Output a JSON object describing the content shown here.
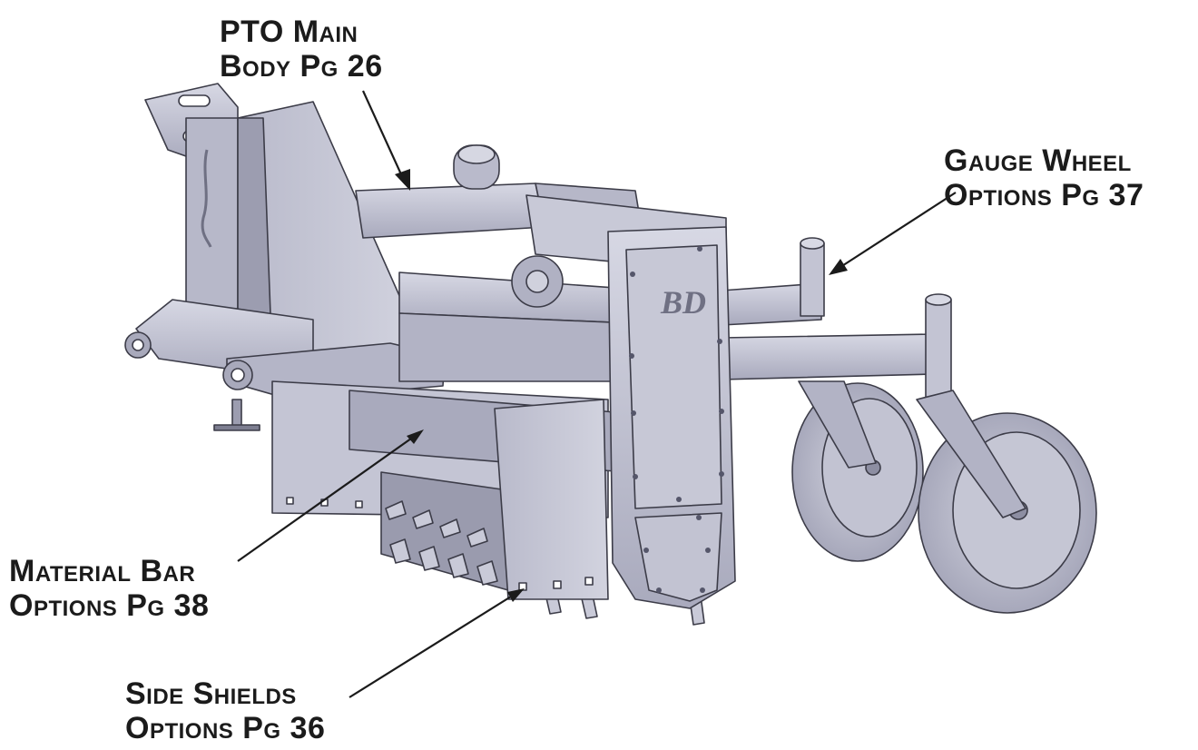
{
  "labels": {
    "pto": {
      "line1": "PTO Main",
      "line2": "Body Pg 26"
    },
    "gauge": {
      "line1": "Gauge Wheel",
      "line2": "Options Pg 37"
    },
    "material": {
      "line1": "Material Bar",
      "line2": "Options Pg 38"
    },
    "side": {
      "line1": "Side Shields",
      "line2": "Options Pg 36"
    }
  },
  "logo": "BD",
  "colors": {
    "body": "#c9cad8",
    "shade": "#9c9db0",
    "dark": "#6f7083",
    "outline": "#3c3c48",
    "text": "#1b1b1b"
  }
}
